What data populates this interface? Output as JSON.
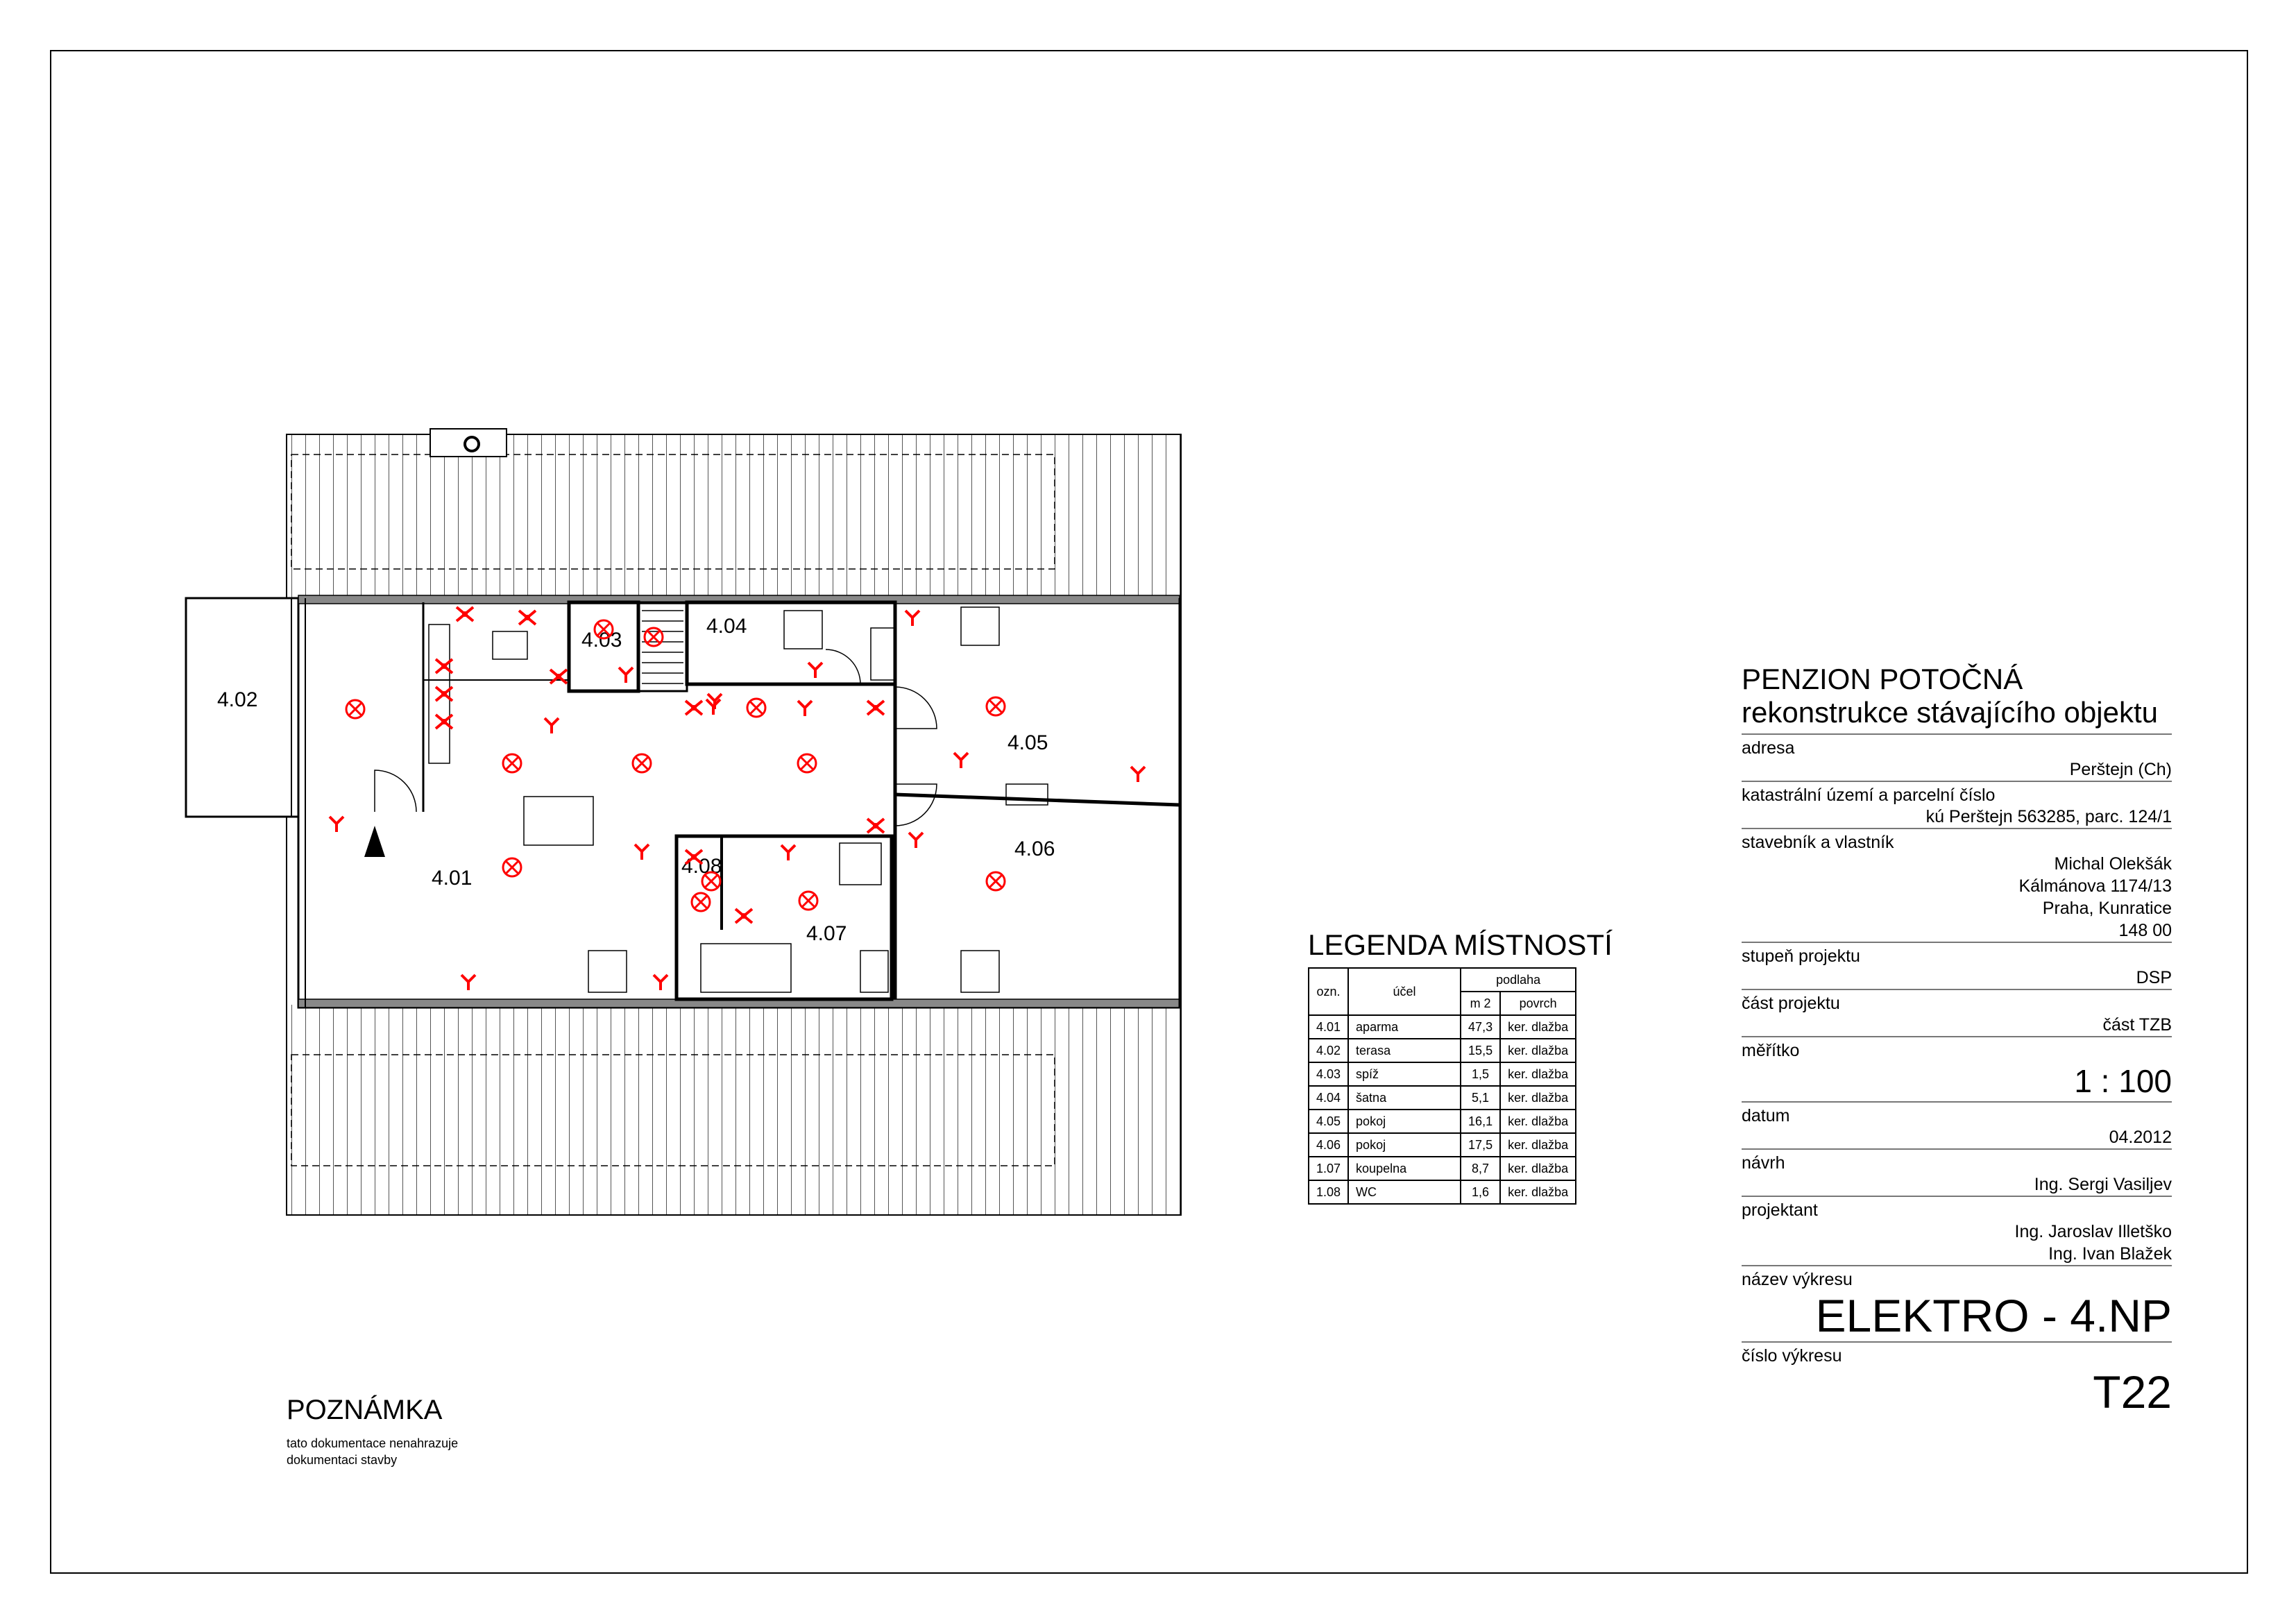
{
  "title_block": {
    "project_name": "PENZION POTOČNÁ",
    "project_subtitle": "rekonstrukce stávajícího objektu",
    "rows": [
      {
        "label": "adresa",
        "lines": [
          "Perštejn (Ch)"
        ],
        "size": "normal"
      },
      {
        "label": "katastrální území a parcelní číslo",
        "lines": [
          "kú Perštejn 563285, parc. 124/1"
        ],
        "size": "normal"
      },
      {
        "label": "stavebník a vlastník",
        "lines": [
          "Michal Olekšák",
          "Kálmánova 1174/13",
          "Praha, Kunratice",
          "148 00"
        ],
        "size": "normal"
      },
      {
        "label": "stupeň projektu",
        "lines": [
          "DSP"
        ],
        "size": "normal"
      },
      {
        "label": "část projektu",
        "lines": [
          "část TZB"
        ],
        "size": "normal"
      },
      {
        "label": "měřítko",
        "lines": [
          "1 : 100"
        ],
        "size": "big"
      },
      {
        "label": "datum",
        "lines": [
          "04.2012"
        ],
        "size": "normal"
      },
      {
        "label": "návrh",
        "lines": [
          "Ing. Sergi Vasiljev"
        ],
        "size": "normal"
      },
      {
        "label": "projektant",
        "lines": [
          "Ing. Jaroslav Illetško",
          "Ing. Ivan Blažek"
        ],
        "size": "normal"
      },
      {
        "label": "název výkresu",
        "lines": [
          "ELEKTRO - 4.NP"
        ],
        "size": "huge"
      },
      {
        "label": "číslo výkresu",
        "lines": [
          "T22"
        ],
        "size": "huge"
      }
    ]
  },
  "legend": {
    "title": "LEGENDA MÍSTNOSTÍ",
    "headers": {
      "code": "ozn.",
      "purpose": "účel",
      "floor": "podlaha",
      "area": "m 2",
      "surface": "povrch"
    },
    "rows": [
      {
        "code": "4.01",
        "purpose": "aparma",
        "area": "47,3",
        "surface": "ker. dlažba"
      },
      {
        "code": "4.02",
        "purpose": "terasa",
        "area": "15,5",
        "surface": "ker. dlažba"
      },
      {
        "code": "4.03",
        "purpose": "spíž",
        "area": "1,5",
        "surface": "ker. dlažba"
      },
      {
        "code": "4.04",
        "purpose": "šatna",
        "area": "5,1",
        "surface": "ker. dlažba"
      },
      {
        "code": "4.05",
        "purpose": "pokoj",
        "area": "16,1",
        "surface": "ker. dlažba"
      },
      {
        "code": "4.06",
        "purpose": "pokoj",
        "area": "17,5",
        "surface": "ker. dlažba"
      },
      {
        "code": "1.07",
        "purpose": "koupelna",
        "area": "8,7",
        "surface": "ker. dlažba"
      },
      {
        "code": "1.08",
        "purpose": "WC",
        "area": "1,6",
        "surface": "ker. dlažba"
      }
    ]
  },
  "note": {
    "title": "POZNÁMKA",
    "text": "tato dokumentace nenahrazuje dokumentaci stavby"
  },
  "plan": {
    "room_labels": [
      "4.01",
      "4.02",
      "4.03",
      "4.04",
      "4.05",
      "4.06",
      "4.07",
      "4.08"
    ],
    "colors": {
      "symbol": "#ff0000",
      "line": "#000000",
      "hatch": "#555555"
    },
    "symbol_types": [
      "light-fixture-icon",
      "socket-icon"
    ]
  }
}
